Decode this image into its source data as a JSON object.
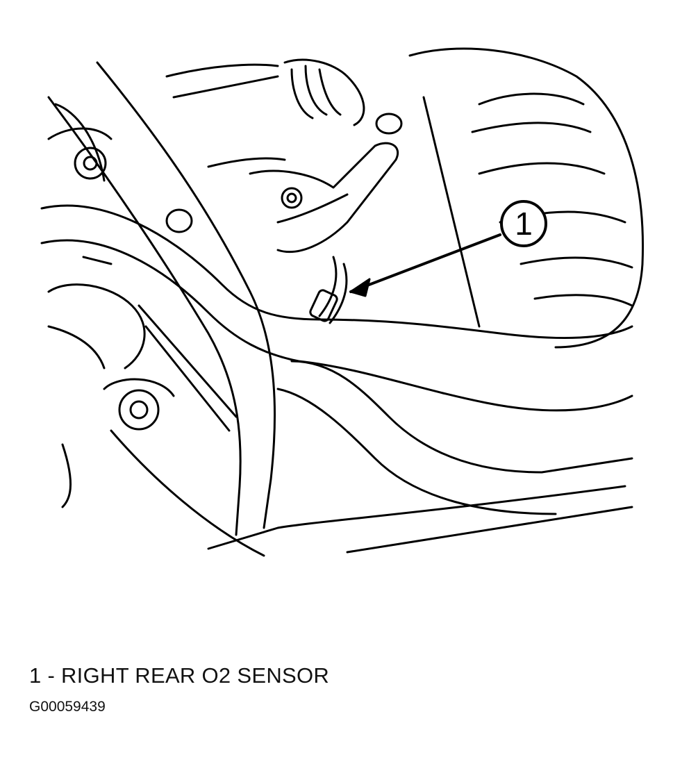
{
  "diagram": {
    "callouts": [
      {
        "number": "1",
        "label": "RIGHT REAR O2 SENSOR"
      }
    ],
    "legend_line": "1 - RIGHT REAR O2 SENSOR",
    "figure_id": "G00059439",
    "line_color": "#000000",
    "background": "#ffffff"
  }
}
